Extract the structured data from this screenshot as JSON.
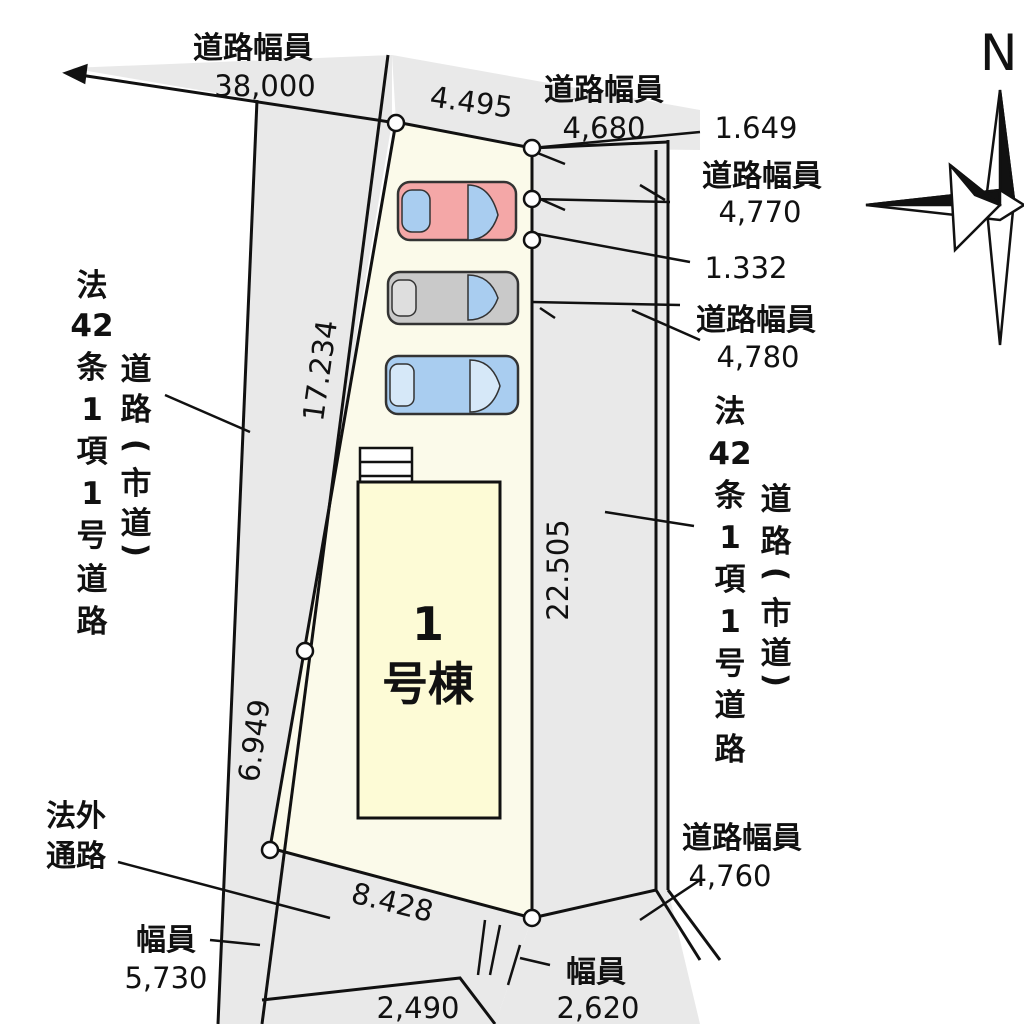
{
  "compass": {
    "label": "N"
  },
  "building": {
    "number": "1",
    "name": "号棟"
  },
  "road_widths": {
    "north_west": {
      "label": "道路幅員",
      "value": "38,000"
    },
    "north_east": {
      "label": "道路幅員",
      "value": "4,680"
    },
    "east_1": {
      "label": "道路幅員",
      "value": "4,770"
    },
    "east_2": {
      "label": "道路幅員",
      "value": "4,780"
    },
    "south_east": {
      "label": "道路幅員",
      "value": "4,760"
    },
    "south_1": {
      "label": "幅員",
      "value": "5,730"
    },
    "south_2": {
      "label": "幅員",
      "value": "2,620"
    }
  },
  "dimensions": {
    "top": "4.495",
    "corner_a": "1.649",
    "corner_b": "1.332",
    "west_long": "17.234",
    "east_long": "22.505",
    "west_short": "6.949",
    "south": "8.428",
    "south_road": "2,490"
  },
  "road_types": {
    "west": {
      "article": [
        "法",
        "42",
        "条",
        "1",
        "項",
        "1",
        "号",
        "道",
        "路"
      ],
      "sub": [
        "道",
        "路",
        "(",
        "市",
        "道",
        ")"
      ]
    },
    "east": {
      "article": [
        "法",
        "42",
        "条",
        "1",
        "項",
        "1",
        "号",
        "道",
        "路"
      ],
      "sub": [
        "道",
        "路",
        "(",
        "市",
        "道",
        ")"
      ]
    },
    "south": {
      "line1": "法外",
      "line2": "通路"
    }
  },
  "colors": {
    "lot": "#fbfaea",
    "road": "#e9e9e9",
    "building": "#fdfbd6",
    "car_pink": "#f4a7a7",
    "car_gray": "#c9c9c9",
    "car_blue": "#a9cdf0"
  }
}
